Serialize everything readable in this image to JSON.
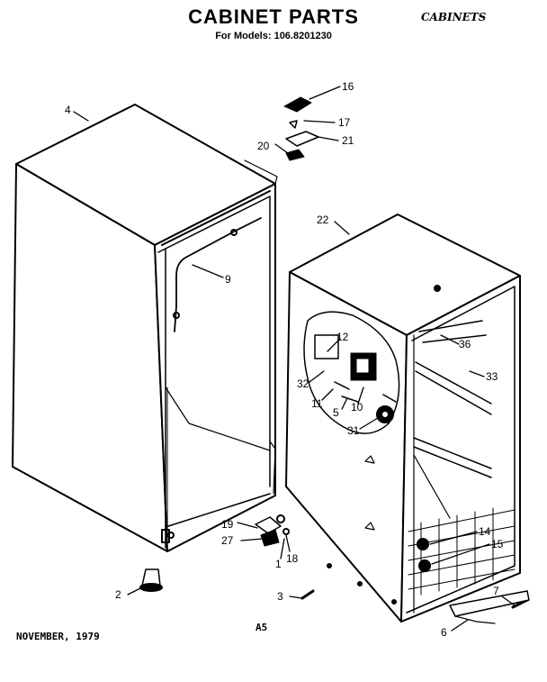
{
  "header": {
    "title": "CABINET PARTS",
    "subtitle": "For Models: 106.8201230",
    "handwritten_note": "CABINETS"
  },
  "footer": {
    "date": "NOVEMBER, 1979",
    "page_code": "A5"
  },
  "callouts": [
    "4",
    "16",
    "17",
    "21",
    "20",
    "9",
    "22",
    "12",
    "36",
    "33",
    "32",
    "11",
    "10",
    "5",
    "31",
    "19",
    "27",
    "1",
    "18",
    "14",
    "15",
    "2",
    "3",
    "7",
    "6"
  ]
}
